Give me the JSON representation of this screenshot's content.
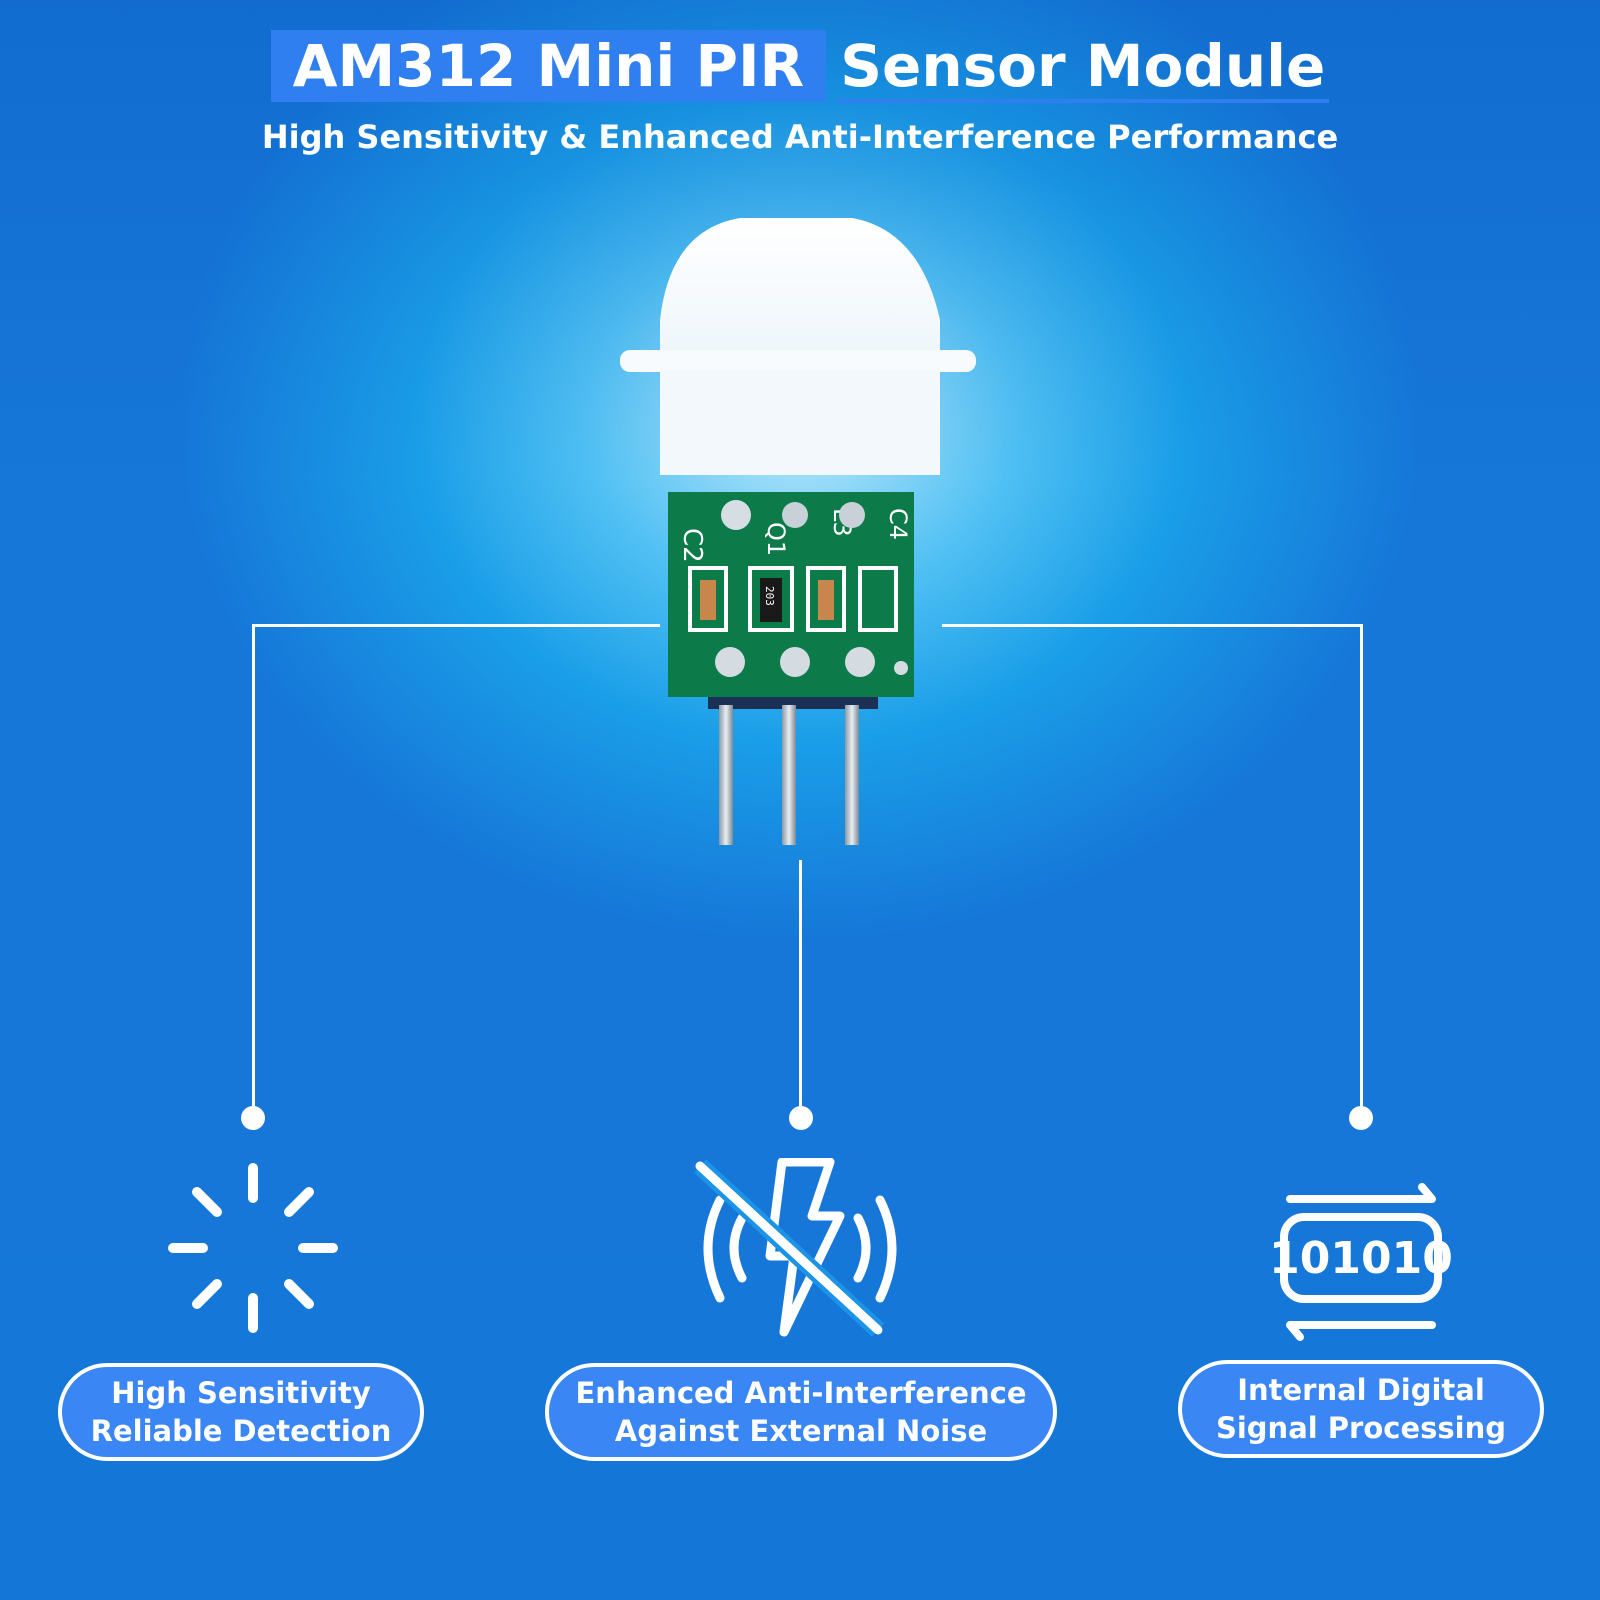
{
  "header": {
    "title_highlight": "AM312 Mini PIR",
    "title_rest": "Sensor Module",
    "subtitle": "High Sensitivity & Enhanced Anti-Interference Performance"
  },
  "product": {
    "pcb_labels": [
      "C2",
      "Q1",
      "L3",
      "C4"
    ],
    "resistor_code": "203"
  },
  "features": [
    {
      "icon": "sparkle-icon",
      "line1": "High Sensitivity",
      "line2": "Reliable Detection"
    },
    {
      "icon": "no-lightning-interference-icon",
      "line1": "Enhanced Anti-Interference",
      "line2": "Against External Noise"
    },
    {
      "icon": "digital-signal-icon",
      "line1": "Internal Digital",
      "line2": "Signal Processing"
    }
  ],
  "icon_text": {
    "binary": "101010"
  },
  "colors": {
    "accent": "#2f7ff0",
    "pill": "#3a86f5",
    "pcb": "#0d7a4a"
  }
}
